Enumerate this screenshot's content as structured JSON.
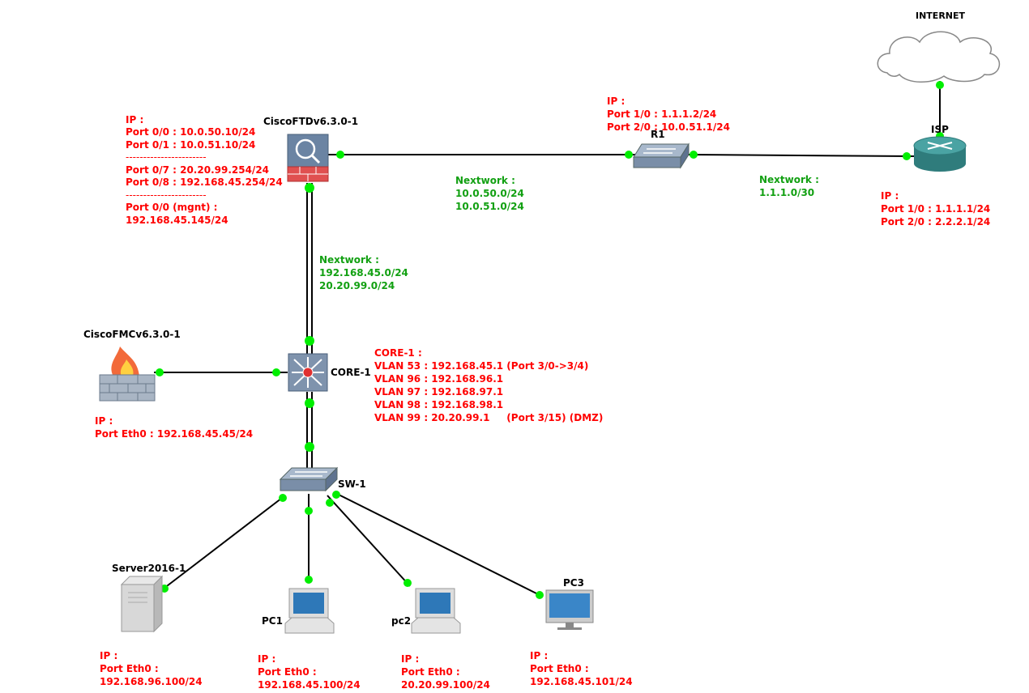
{
  "colors": {
    "ip_text": "#ff0000",
    "network_text": "#12a012",
    "link_dot": "#00ee00",
    "link": "#000000"
  },
  "nodes": {
    "internet": {
      "label": "INTERNET",
      "icon": "cloud-icon"
    },
    "isp": {
      "label": "ISP",
      "icon": "router-icon",
      "ip": [
        "IP :",
        "Port 1/0 : 1.1.1.1/24",
        "Port 2/0 : 2.2.2.1/24"
      ]
    },
    "r1": {
      "label": "R1",
      "icon": "switch-icon",
      "ip": [
        "IP :",
        "Port 1/0 : 1.1.1.2/24",
        "Port 2/0 : 10.0.51.1/24"
      ]
    },
    "ftd": {
      "label": "CiscoFTDv6.3.0-1",
      "icon": "firewall-icon",
      "ip": [
        "IP :",
        "Port 0/0 : 10.0.50.10/24",
        "Port 0/1 : 10.0.51.10/24",
        "-----------------------",
        "Port 0/7 : 20.20.99.254/24",
        "Port 0/8 : 192.168.45.254/24",
        "-----------------------",
        "Port 0/0 (mgnt) :",
        "192.168.45.145/24"
      ]
    },
    "fmc": {
      "label": "CiscoFMCv6.3.0-1",
      "icon": "fire-wall-icon",
      "ip": [
        "IP :",
        "Port Eth0 : 192.168.45.45/24"
      ]
    },
    "core": {
      "label": "CORE-1",
      "icon": "multilayer-switch-icon",
      "ip": [
        "CORE-1 :",
        "VLAN 53 : 192.168.45.1 (Port 3/0->3/4)",
        "VLAN 96 : 192.168.96.1",
        "VLAN 97 : 192.168.97.1",
        "VLAN 98 : 192.168.98.1",
        "VLAN 99 : 20.20.99.1     (Port 3/15) (DMZ)"
      ]
    },
    "sw1": {
      "label": "SW-1",
      "icon": "switch-icon"
    },
    "server": {
      "label": "Server2016-1",
      "icon": "server-icon",
      "ip": [
        "IP :",
        "Port Eth0 :",
        "192.168.96.100/24"
      ]
    },
    "pc1": {
      "label": "PC1",
      "icon": "laptop-icon",
      "ip": [
        "IP :",
        "Port Eth0 :",
        "192.168.45.100/24"
      ]
    },
    "pc2": {
      "label": "pc2",
      "icon": "laptop-icon",
      "ip": [
        "IP :",
        "Port Eth0 :",
        "20.20.99.100/24"
      ]
    },
    "pc3": {
      "label": "PC3",
      "icon": "monitor-icon",
      "ip": [
        "IP :",
        "Port Eth0 :",
        "192.168.45.101/24"
      ]
    }
  },
  "networks": {
    "ftd_r1": [
      "Nextwork :",
      "10.0.50.0/24",
      "10.0.51.0/24"
    ],
    "r1_isp": [
      "Nextwork :",
      "1.1.1.0/30"
    ],
    "ftd_core": [
      "Nextwork :",
      "192.168.45.0/24",
      "20.20.99.0/24"
    ]
  }
}
